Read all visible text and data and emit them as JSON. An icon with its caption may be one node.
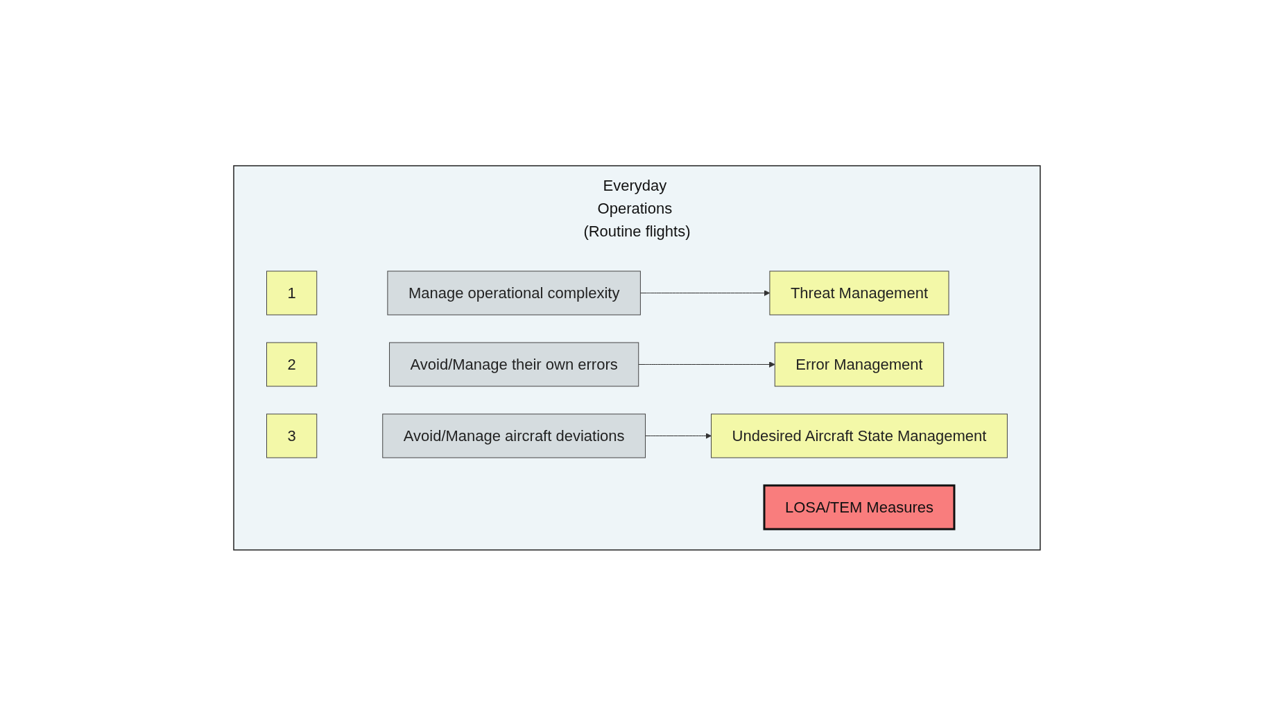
{
  "diagram": {
    "nodes": [
      {
        "text": [
          "Everyday Operations (Routine flights)"
        ]
      },
      {
        "text": [
          "1"
        ],
        "in": 0
      },
      {
        "text": [
          "Manage operational complexity"
        ],
        "in": 0
      },
      {
        "text": [
          "Threat Management"
        ],
        "in": 0
      },
      {
        "text": [
          "2"
        ],
        "in": 0
      },
      {
        "text": [
          "Avoid/Manage their own errors"
        ],
        "in": 0
      },
      {
        "text": [
          "Error Management"
        ],
        "in": 0
      },
      {
        "text": [
          "3"
        ],
        "in": 0
      },
      {
        "text": [
          "Avoid/Manage aircraft deviations"
        ],
        "in": 0
      },
      {
        "text": [
          "Undesired Aircraft State Management"
        ],
        "in": 0
      },
      {
        "text": [
          "LOSA/TEM Measures"
        ],
        "in": 0
      }
    ],
    "edges": [
      {
        "from": 2,
        "to": 3,
        "arrow": "to"
      },
      {
        "from": 5,
        "to": 6,
        "arrow": "to"
      },
      {
        "from": 8,
        "to": 9,
        "arrow": "to"
      }
    ]
  }
}
